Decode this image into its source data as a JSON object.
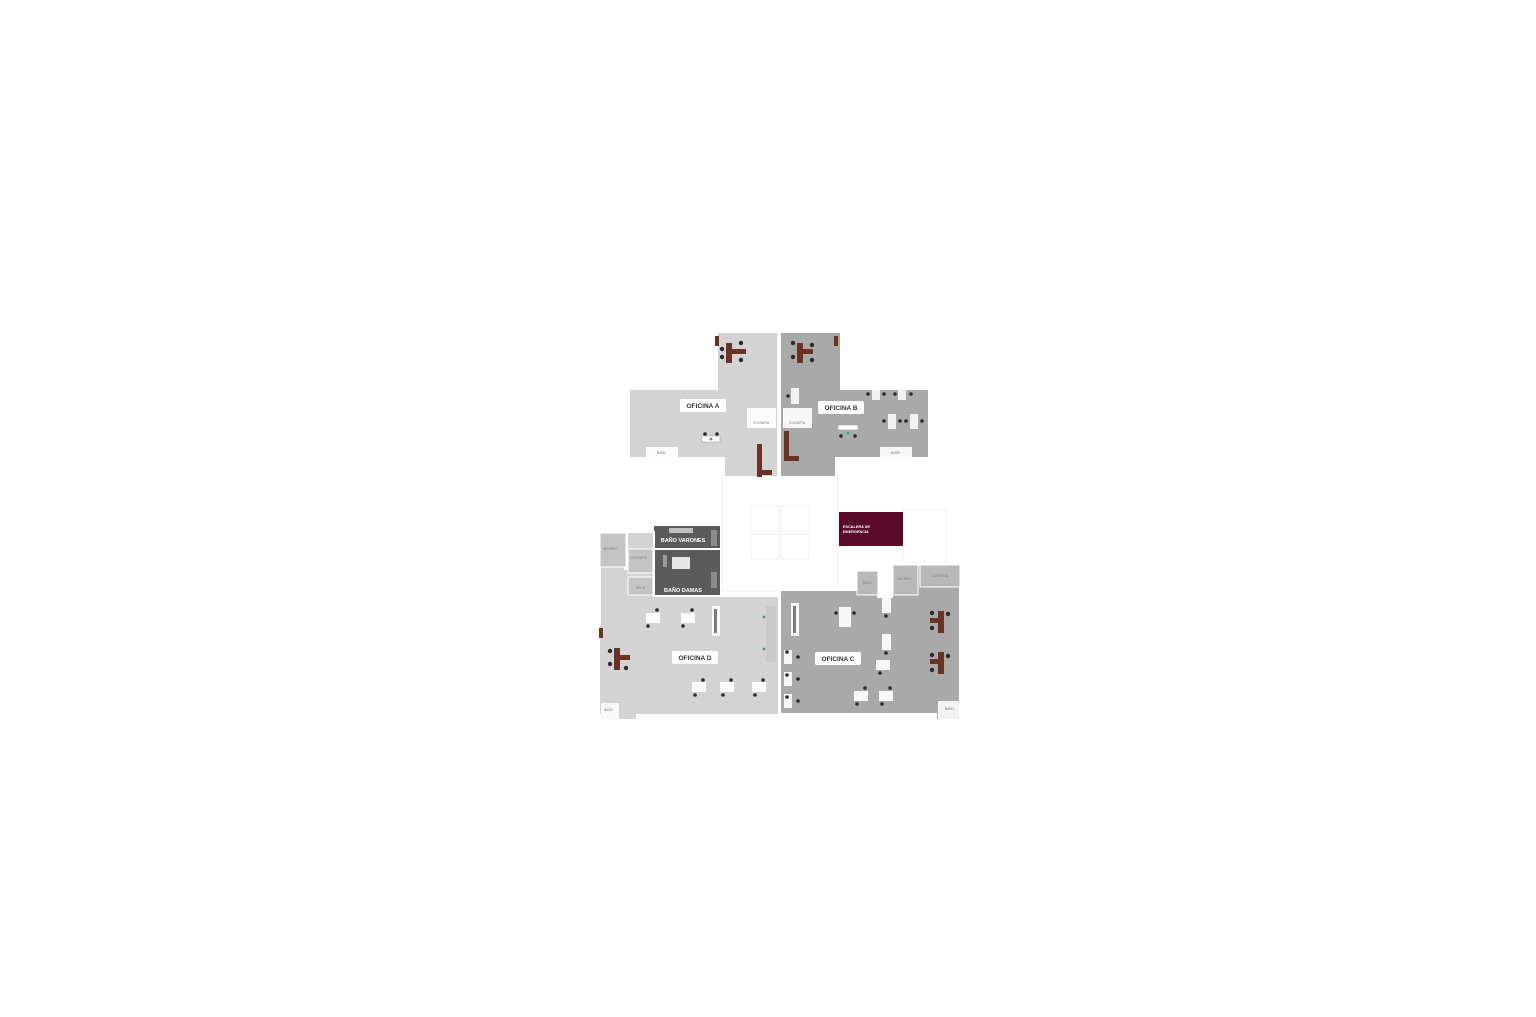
{
  "plan": {
    "offices": {
      "a": "OFICINA A",
      "b": "OFICINA B",
      "c": "OFICINA C",
      "d": "OFICINA D"
    },
    "restrooms": {
      "men": "BAÑO VARONES",
      "women": "BAÑO DAMAS"
    },
    "emergency_stair": {
      "line1": "ESCALERA DE",
      "line2": "EMERGENCIA"
    },
    "small_labels": {
      "kitchen_a": "COCINETA",
      "kitchen_b": "COCINETA",
      "bath_a": "BAÑO",
      "bath_b": "BAÑO",
      "bath_c": "BAÑO",
      "bath_d": "BAÑO",
      "archive_c": "ARCHIVO",
      "archive_d": "ARCHIVO",
      "rack_c": "RACK",
      "rack_d": "RACK",
      "kitchen_c": "COCINETA",
      "kitchen_d": "COCINETA"
    },
    "colors": {
      "office_light": "#d3d3d3",
      "office_mid": "#bdbdbd",
      "office_dark": "#a9a9a9",
      "restroom": "#5b5b5b",
      "emergency": "#5c0a2a",
      "furniture_wood": "#6b3326",
      "chair": "#2b2b2b",
      "wall": "#ffffff"
    }
  }
}
